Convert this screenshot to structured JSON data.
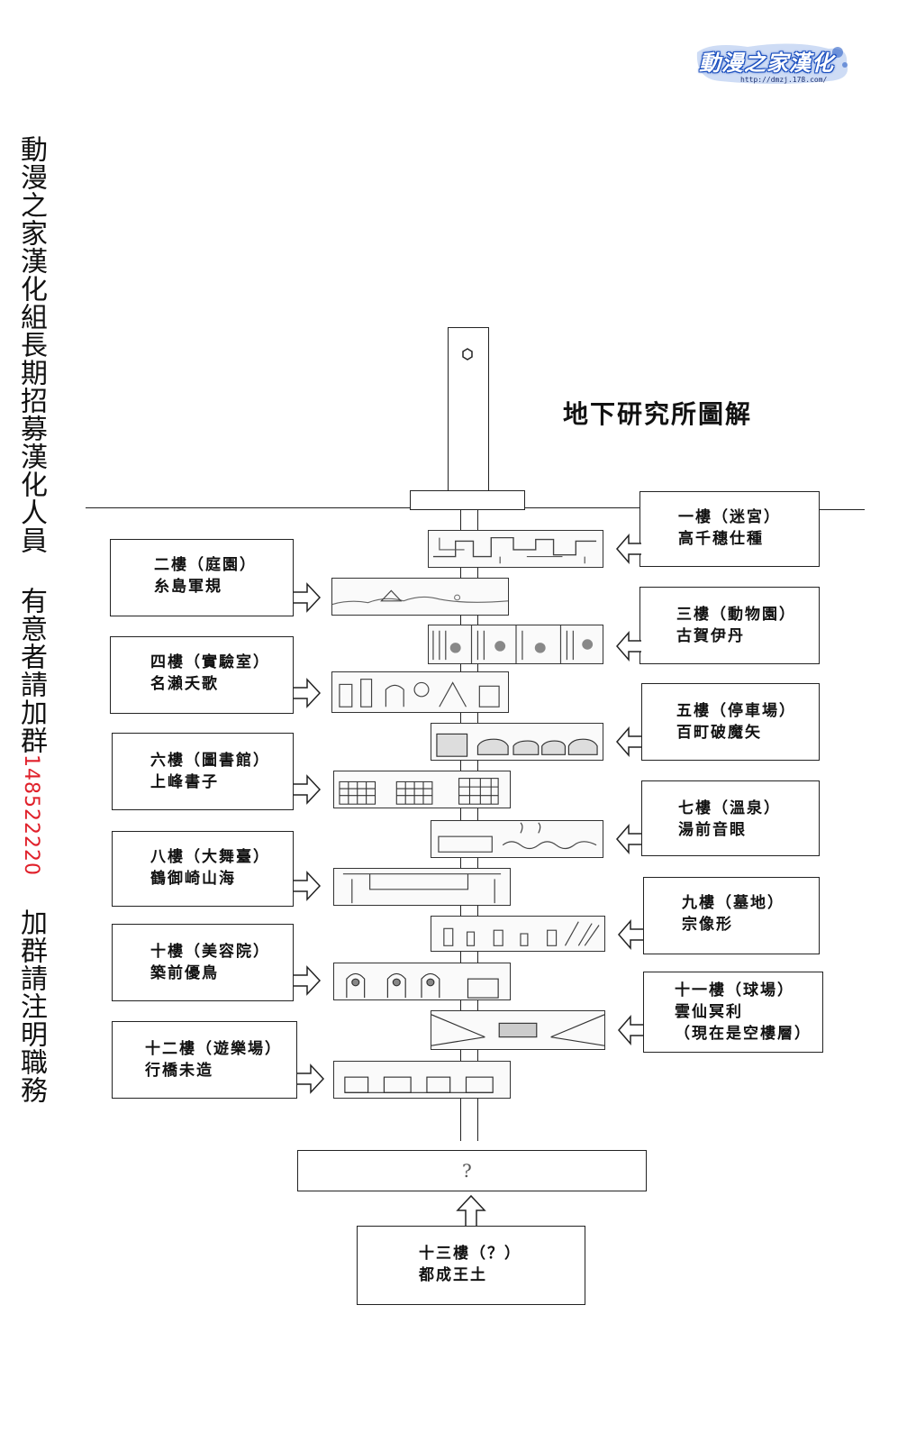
{
  "watermark": {
    "logo_text": "動漫之家漢化",
    "url": "http://dmzj.178.com/"
  },
  "recruitment": {
    "text_before": "動漫之家漢化組長期招募漢化人員 有意者請加群",
    "qq_number": "148522220",
    "text_after": " 加群請注明職務",
    "qq_color": "#e0202a"
  },
  "diagram": {
    "title": "地下研究所圖解",
    "unknown_floor_label": "?",
    "floors": [
      {
        "floor": "一樓（迷宮）",
        "name": "高千穗仕種"
      },
      {
        "floor": "二樓（庭園）",
        "name": "糸島軍規"
      },
      {
        "floor": "三樓（動物園）",
        "name": "古賀伊丹"
      },
      {
        "floor": "四樓（實驗室）",
        "name": "名瀨夭歌"
      },
      {
        "floor": "五樓（停車場）",
        "name": "百町破魔矢"
      },
      {
        "floor": "六樓（圖書館）",
        "name": "上峰書子"
      },
      {
        "floor": "七樓（溫泉）",
        "name": "湯前音眼"
      },
      {
        "floor": "八樓（大舞臺）",
        "name": "鶴御崎山海"
      },
      {
        "floor": "九樓（墓地）",
        "name": "宗像形"
      },
      {
        "floor": "十樓（美容院）",
        "name": "築前優鳥"
      },
      {
        "floor": "十一樓（球場）",
        "name": "雲仙冥利",
        "note": "（現在是空樓層）"
      },
      {
        "floor": "十二樓（遊樂場）",
        "name": "行橋未造"
      },
      {
        "floor": "十三樓（？）",
        "name": "都成王土"
      }
    ]
  }
}
